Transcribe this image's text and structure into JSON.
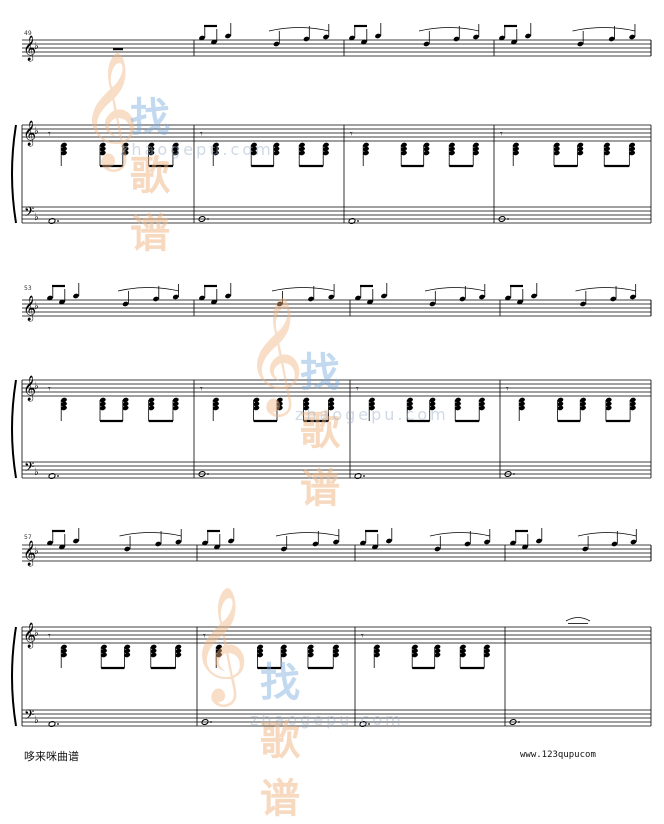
{
  "measure_numbers": [
    "49",
    "53",
    "57"
  ],
  "watermark": {
    "chars": [
      "找",
      "歌",
      "谱"
    ],
    "domain_text": "zhaogepu.com",
    "color_blue": "#7fb0de",
    "color_orange": "#f0b080"
  },
  "footer": {
    "left_text": "哆来咪曲谱",
    "right_text": "www.123qupucom"
  },
  "icons": {
    "treble_clef": "treble-clef-icon",
    "bass_clef": "bass-clef-icon",
    "flat": "flat-icon",
    "brace": "brace-icon"
  }
}
